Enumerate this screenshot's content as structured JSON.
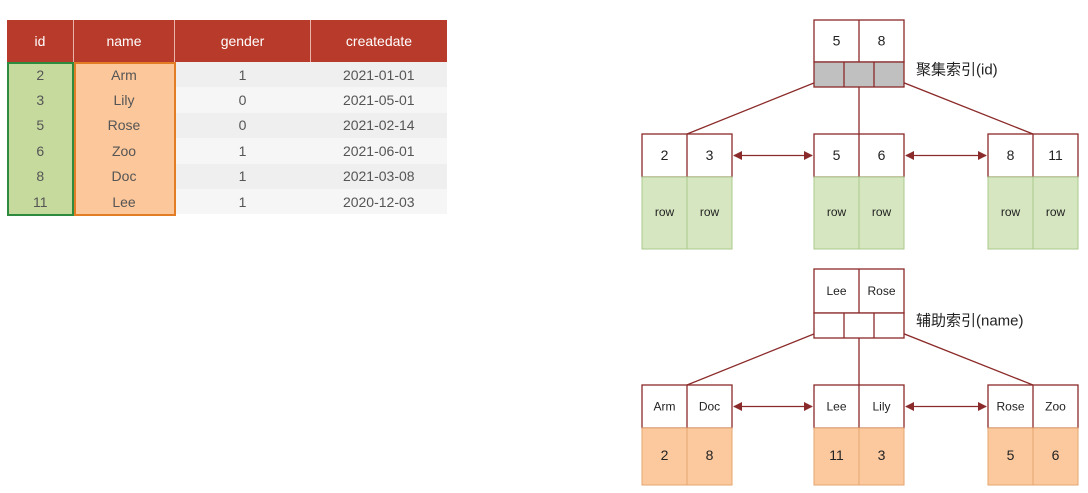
{
  "table": {
    "headers": [
      "id",
      "name",
      "gender",
      "createdate"
    ],
    "rows": [
      [
        "2",
        "Arm",
        "1",
        "2021-01-01"
      ],
      [
        "3",
        "Lily",
        "0",
        "2021-05-01"
      ],
      [
        "5",
        "Rose",
        "0",
        "2021-02-14"
      ],
      [
        "6",
        "Zoo",
        "1",
        "2021-06-01"
      ],
      [
        "8",
        "Doc",
        "1",
        "2021-03-08"
      ],
      [
        "11",
        "Lee",
        "1",
        "2020-12-03"
      ]
    ]
  },
  "clustered_index": {
    "label": "聚集索引(id)",
    "root_keys": [
      "5",
      "8"
    ],
    "leaves": [
      {
        "keys": [
          "2",
          "3"
        ],
        "values": [
          "row",
          "row"
        ]
      },
      {
        "keys": [
          "5",
          "6"
        ],
        "values": [
          "row",
          "row"
        ]
      },
      {
        "keys": [
          "8",
          "11"
        ],
        "values": [
          "row",
          "row"
        ]
      }
    ]
  },
  "secondary_index": {
    "label": "辅助索引(name)",
    "root_keys": [
      "Lee",
      "Rose"
    ],
    "leaves": [
      {
        "keys": [
          "Arm",
          "Doc"
        ],
        "values": [
          "2",
          "8"
        ]
      },
      {
        "keys": [
          "Lee",
          "Lily"
        ],
        "values": [
          "11",
          "3"
        ]
      },
      {
        "keys": [
          "Rose",
          "Zoo"
        ],
        "values": [
          "5",
          "6"
        ]
      }
    ]
  },
  "colors": {
    "header_bg": "#b83a2a",
    "id_highlight": "#c6da9e",
    "name_highlight": "#fcc79a",
    "node_border": "#8b2a2a",
    "clustered_leaf_fill": "#d6e6c0",
    "secondary_leaf_fill": "#fcc99f",
    "pointer_fill": "#c0c0c0"
  }
}
